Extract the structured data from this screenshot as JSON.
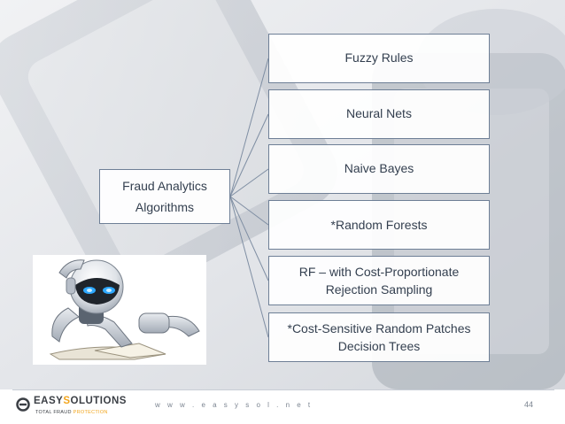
{
  "diagram": {
    "root": {
      "line1": "Fraud Analytics",
      "line2": "Algorithms"
    },
    "leaves": [
      {
        "line1": "Fuzzy Rules",
        "line2": ""
      },
      {
        "line1": "Neural Nets",
        "line2": ""
      },
      {
        "line1": "Naive Bayes",
        "line2": ""
      },
      {
        "line1": "*Random Forests",
        "line2": ""
      },
      {
        "line1": "RF – with Cost-Proportionate",
        "line2": "Rejection Sampling"
      },
      {
        "line1": "*Cost-Sensitive Random Patches",
        "line2": "Decision Trees"
      }
    ]
  },
  "footer": {
    "logo": {
      "name_pre": "EASY",
      "name_o": "S",
      "name_post": "OLUTIONS",
      "tag_pre": "TOTAL FRAUD ",
      "tag_accent": "PROTECTION"
    },
    "url": "w w w . e a s y s o l . n e t",
    "page_number": "44"
  },
  "colors": {
    "box_border": "#6e7f96",
    "text": "#333f4f",
    "logo_accent": "#f2a51c",
    "footer_text": "#7c8591"
  },
  "icons": [
    "background-phone-photo",
    "robot-reading-book-image",
    "easysolutions-logo"
  ]
}
